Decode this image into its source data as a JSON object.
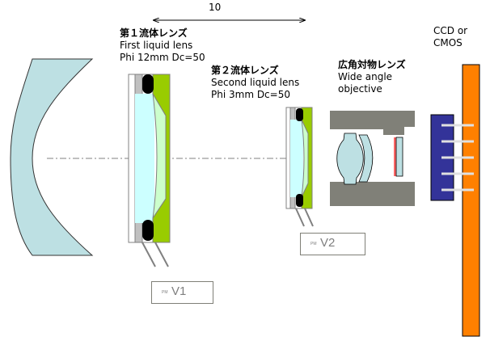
{
  "dimension": {
    "label": "10"
  },
  "first_lens": {
    "title_jp": "第１流体レンズ",
    "title_en": "First liquid lens",
    "spec": "Phi 12mm  Dc=50"
  },
  "second_lens": {
    "title_jp": "第２流体レンズ",
    "title_en": "Second  liquid lens",
    "spec": "Phi 3mm  Dc=50"
  },
  "objective": {
    "title_jp": "広角対物レンズ",
    "line1": "Wide angle",
    "line2": "objective"
  },
  "sensor": {
    "line1": "CCD or",
    "line2": "CMOS"
  },
  "voltage_sources": [
    {
      "prefix": "PM",
      "label": "V1"
    },
    {
      "prefix": "PM",
      "label": "V2"
    }
  ],
  "colors": {
    "glass": "#bde0e3",
    "liquid": "#ccffff",
    "liquid2": "#ccffcc",
    "green": "#99cc00",
    "gray": "#c0c0c0",
    "housing": "#808078",
    "sensor_board": "#ff8000",
    "chip": "#333399",
    "filter": "#ff6666"
  }
}
